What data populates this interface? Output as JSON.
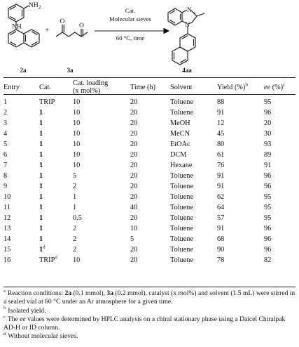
{
  "scheme": {
    "nh2_label": "NH",
    "nh2_sub": "2",
    "nh_label": "NH",
    "o1_label": "O",
    "o2_label": "O",
    "plus": "+",
    "n_top": "N",
    "n_bottom": "N",
    "reagent_line1": "Cat.",
    "reagent_line2": "Molecular sieves",
    "reagent_line3": "60 °C, time",
    "label_2a": "2a",
    "label_3a": "3a",
    "label_4aa": "4aa"
  },
  "table": {
    "headers": [
      "Entry",
      "Cat.",
      "Cat. loading",
      "(x mol%)",
      "Time (h)",
      "Solvent",
      "Yield (%)",
      "b",
      "ee",
      "(%)",
      "c"
    ],
    "rows": [
      {
        "entry": "1",
        "cat": "TRIP",
        "cat_sup": "",
        "loading": "10",
        "time": "20",
        "solvent": "Toluene",
        "yield": "88",
        "ee": "95"
      },
      {
        "entry": "2",
        "cat": "1",
        "cat_sup": "",
        "loading": "10",
        "time": "20",
        "solvent": "Toluene",
        "yield": "91",
        "ee": "96"
      },
      {
        "entry": "3",
        "cat": "1",
        "cat_sup": "",
        "loading": "10",
        "time": "20",
        "solvent": "MeOH",
        "yield": "12",
        "ee": "20"
      },
      {
        "entry": "4",
        "cat": "1",
        "cat_sup": "",
        "loading": "10",
        "time": "20",
        "solvent": "MeCN",
        "yield": "45",
        "ee": "30"
      },
      {
        "entry": "5",
        "cat": "1",
        "cat_sup": "",
        "loading": "10",
        "time": "20",
        "solvent": "EtOAc",
        "yield": "80",
        "ee": "93"
      },
      {
        "entry": "6",
        "cat": "1",
        "cat_sup": "",
        "loading": "10",
        "time": "20",
        "solvent": "DCM",
        "yield": "61",
        "ee": "89"
      },
      {
        "entry": "7",
        "cat": "1",
        "cat_sup": "",
        "loading": "10",
        "time": "20",
        "solvent": "Hexane",
        "yield": "76",
        "ee": "91"
      },
      {
        "entry": "8",
        "cat": "1",
        "cat_sup": "",
        "loading": "5",
        "time": "20",
        "solvent": "Toluene",
        "yield": "91",
        "ee": "96"
      },
      {
        "entry": "9",
        "cat": "1",
        "cat_sup": "",
        "loading": "2",
        "time": "20",
        "solvent": "Toluene",
        "yield": "91",
        "ee": "96"
      },
      {
        "entry": "10",
        "cat": "1",
        "cat_sup": "",
        "loading": "1",
        "time": "20",
        "solvent": "Toluene",
        "yield": "62",
        "ee": "95"
      },
      {
        "entry": "11",
        "cat": "1",
        "cat_sup": "",
        "loading": "1",
        "time": "40",
        "solvent": "Toluene",
        "yield": "64",
        "ee": "95"
      },
      {
        "entry": "12",
        "cat": "1",
        "cat_sup": "",
        "loading": "0.5",
        "time": "20",
        "solvent": "Toluene",
        "yield": "57",
        "ee": "95"
      },
      {
        "entry": "13",
        "cat": "1",
        "cat_sup": "",
        "loading": "2",
        "time": "10",
        "solvent": "Toluene",
        "yield": "91",
        "ee": "96"
      },
      {
        "entry": "14",
        "cat": "1",
        "cat_sup": "",
        "loading": "2",
        "time": "5",
        "solvent": "Toluene",
        "yield": "68",
        "ee": "96"
      },
      {
        "entry": "15",
        "cat": "1",
        "cat_sup": "d",
        "loading": "2",
        "time": "20",
        "solvent": "Toluene",
        "yield": "90",
        "ee": "96"
      },
      {
        "entry": "16",
        "cat": "TRIP",
        "cat_sup": "d",
        "loading": "10",
        "time": "20",
        "solvent": "Toluene",
        "yield": "78",
        "ee": "82"
      }
    ]
  },
  "footnotes": {
    "a": {
      "mark": "a",
      "t1": "Reaction conditions: ",
      "b1": "2a",
      "t2": " (0.1 mmol), ",
      "b2": "3a",
      "t3": " (0.2 mmol), catalyst (x mol%) and solvent (1.5 mL) were stirred in a sealed vial at 60 °C under an Ar atmosphere for a given time."
    },
    "b": {
      "mark": "b",
      "text": "Isolated yield."
    },
    "c": {
      "mark": "c",
      "t1": "The ",
      "i1": "ee",
      "t2": " values were determined by HPLC analysis on a chiral stationary phase using a Daicel Chiralpak AD-H or ID column."
    },
    "d": {
      "mark": "d",
      "text": "Without molecular sieves."
    }
  }
}
